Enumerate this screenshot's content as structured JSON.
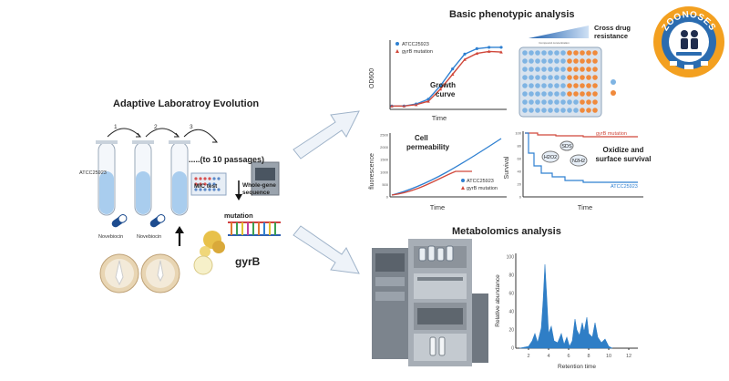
{
  "titles": {
    "ale": "Adaptive Laboratroy Evolution",
    "phenotypic": "Basic phenotypic analysis",
    "metabolomics": "Metabolomics analysis"
  },
  "logo": {
    "text": "ZOONOSES",
    "colors": {
      "ring": "#f3a020",
      "inner": "#2b6cb0"
    }
  },
  "ale": {
    "steps": [
      "1",
      "2",
      "3"
    ],
    "strain": "ATCC25923",
    "drug": "Novebiocin",
    "passages": ".....(to 10 passages)",
    "mic": "MIC test",
    "wgs": "Whole-gene sequence",
    "mutation": "mutation",
    "gene": "gyrB"
  },
  "growth": {
    "ylabel": "OD600",
    "xlabel": "Time",
    "label": "Growth curve",
    "legend": [
      "ATCC25923",
      "gyrB mutation"
    ],
    "colors": {
      "wt": "#2f80d1",
      "mut": "#d0473a"
    },
    "wt": [
      0.05,
      0.05,
      0.08,
      0.15,
      0.35,
      0.6,
      0.82,
      0.9,
      0.92,
      0.92
    ],
    "mut": [
      0.05,
      0.05,
      0.07,
      0.12,
      0.3,
      0.52,
      0.74,
      0.83,
      0.86,
      0.85
    ]
  },
  "cross": {
    "label": "Cross drug resistance",
    "gradient_label": "Compound concentration"
  },
  "permeability": {
    "ylabel": "fluorescence",
    "xlabel": "Time",
    "label": "Cell permeability",
    "yticks": [
      "2500",
      "2000",
      "1500",
      "1000",
      "500",
      "0"
    ],
    "legend": [
      "ATCC25923",
      "gyrB mutation"
    ]
  },
  "survival": {
    "ylabel": "Survival",
    "xlabel": "Time",
    "label": "Oxidize and surface survival",
    "yticks": [
      "100",
      "80",
      "60",
      "40",
      "20",
      "0"
    ],
    "legend_top": "gyrB mutation",
    "legend_bottom": "ATCC25923",
    "chems": [
      "SDS",
      "H2O2",
      "N2H2"
    ]
  },
  "metab": {
    "ylabel": "Relative abundance",
    "xlabel": "Retention time",
    "yticks": [
      "100",
      "80",
      "60",
      "40",
      "20",
      "0"
    ],
    "xticks": [
      "2",
      "4",
      "6",
      "8",
      "10",
      "12"
    ],
    "color": "#2f7ec6"
  }
}
